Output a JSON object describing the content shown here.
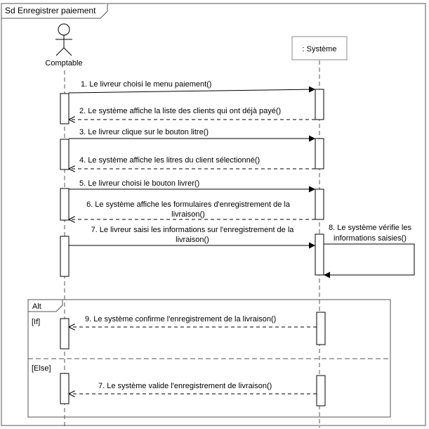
{
  "frame": {
    "title": "Sd Enregistrer paiement"
  },
  "actor": {
    "name": "Comptable"
  },
  "system": {
    "name": ": Système"
  },
  "messages": [
    {
      "lines": [
        "1. Le livreur choisi le menu paiement()"
      ],
      "kind": "sync"
    },
    {
      "lines": [
        "2. Le système affiche la liste des clients qui ont déjà payé()"
      ],
      "kind": "return"
    },
    {
      "lines": [
        "3. Le livreur clique sur le bouton litre()"
      ],
      "kind": "sync"
    },
    {
      "lines": [
        "4. Le système affiche les litres du client sélectionné()"
      ],
      "kind": "return"
    },
    {
      "lines": [
        "5. Le livreur choisi le bouton livrer()"
      ],
      "kind": "sync"
    },
    {
      "lines": [
        "6. Le système affiche les formulaires d'enregistrement de la",
        "livraison()"
      ],
      "kind": "return"
    },
    {
      "lines": [
        "7. Le livreur saisi les informations sur l'enregistrement de la",
        "livraison()"
      ],
      "kind": "sync"
    },
    {
      "lines": [
        "8. Le système vérifie les",
        "informations saisies()"
      ],
      "kind": "self"
    }
  ],
  "alt": {
    "label": "Alt",
    "branches": [
      {
        "guard": "[If]",
        "message": "9. Le système confirme l'enregistrement de la livraison()"
      },
      {
        "guard": "[Else]",
        "message": "7. Le système valide l'enregistrement de livraison()"
      }
    ]
  },
  "colors": {
    "line": "#000000",
    "lifeline": "#555555",
    "frame_border": "#555555"
  }
}
